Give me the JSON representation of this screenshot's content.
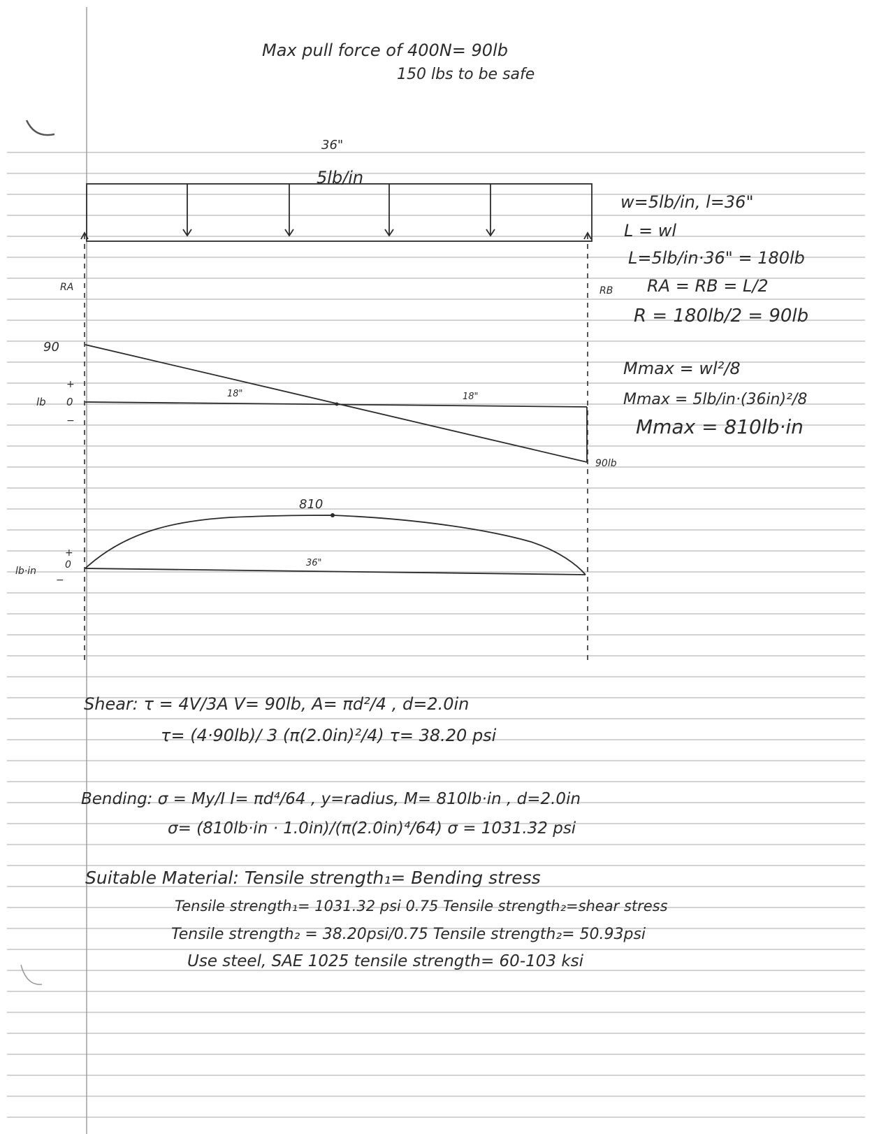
{
  "header": {
    "line1": "Max pull force of 400N= 90lb",
    "line2": "150 lbs to be safe"
  },
  "load_diagram": {
    "length_label": "36\"",
    "load_label": "5lb/in",
    "reaction_left": "RA",
    "reaction_right": "RB"
  },
  "calc_right": {
    "line1": "w=5lb/in, l=36\"",
    "line2": "L = wl",
    "line3": "L=5lb/in·36\" = 180lb",
    "line4": "RA = RB = L/2",
    "line5": "R = 180lb/2 = 90lb",
    "line6": "Mmax = wl²/8",
    "line7": "Mmax = 5lb/in·(36in)²/8",
    "line8": "Mmax = 810lb·in"
  },
  "shear_diagram": {
    "top_value": "90",
    "plus": "+",
    "zero": "0",
    "minus": "−",
    "unit": "lb",
    "seg_left": "18\"",
    "seg_right": "18\"",
    "end_value": "90lb"
  },
  "moment_diagram": {
    "peak_value": "810",
    "plus": "+",
    "zero": "0",
    "minus": "−",
    "unit": "lb·in",
    "span": "36\""
  },
  "shear_calc": {
    "line1": "Shear: τ = 4V/3A    V= 90lb, A= πd²/4 , d=2.0in",
    "line2": "τ= (4·90lb)/ 3 (π(2.0in)²/4)         τ= 38.20 psi"
  },
  "bending_calc": {
    "line1": "Bending: σ = My/I    I= πd⁴/64 , y=radius, M= 810lb·in , d=2.0in",
    "line2": "σ= (810lb·in · 1.0in)/(π(2.0in)⁴/64)        σ = 1031.32 psi"
  },
  "material": {
    "line1": "Suitable Material:  Tensile strength₁= Bending stress",
    "line2": "Tensile strength₁= 1031.32 psi   0.75 Tensile strength₂=shear stress",
    "line3": "Tensile strength₂ = 38.20psi/0.75     Tensile strength₂= 50.93psi",
    "line4": "Use  steel, SAE 1025 tensile strength= 60-103 ksi"
  }
}
